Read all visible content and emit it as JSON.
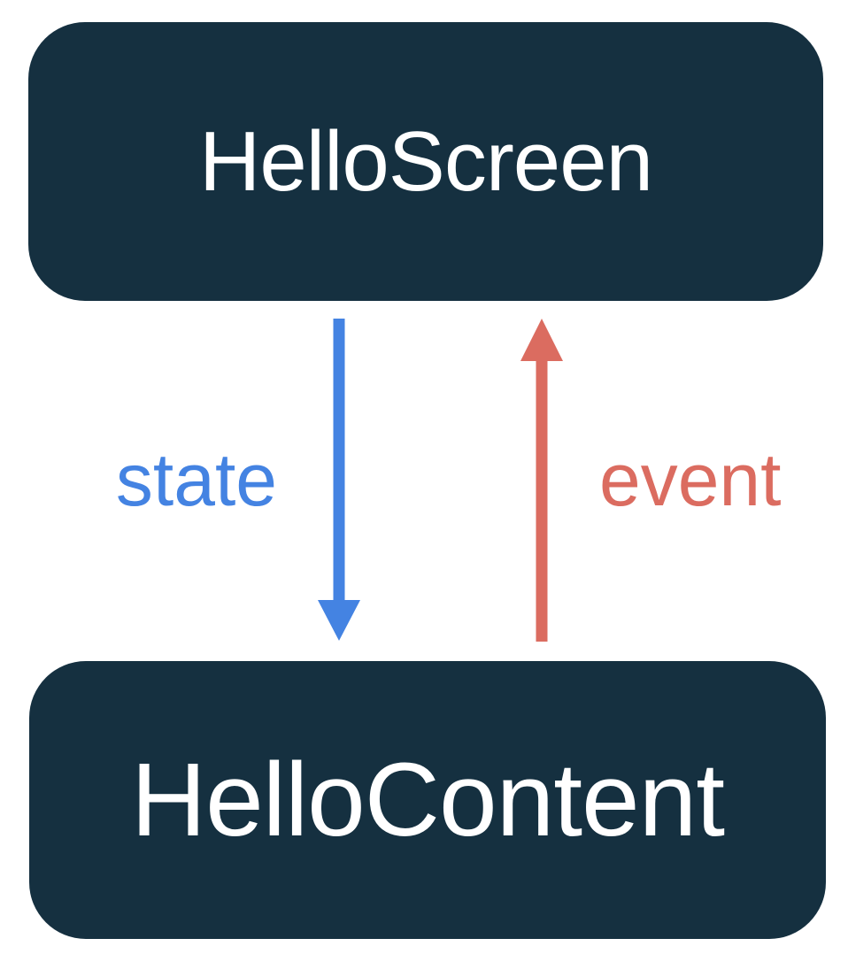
{
  "background_color": "#FFFFFF",
  "nodes": {
    "screen": {
      "label": "HelloScreen",
      "bg": "#153040",
      "text_color": "#FFFFFF"
    },
    "content": {
      "label": "HelloContent",
      "bg": "#153040",
      "text_color": "#FFFFFF"
    }
  },
  "arrows": {
    "state": {
      "label": "state",
      "direction": "down",
      "from": "HelloScreen",
      "to": "HelloContent",
      "color": "#4483E2"
    },
    "event": {
      "label": "event",
      "direction": "up",
      "from": "HelloContent",
      "to": "HelloScreen",
      "color": "#DB6C60"
    }
  }
}
